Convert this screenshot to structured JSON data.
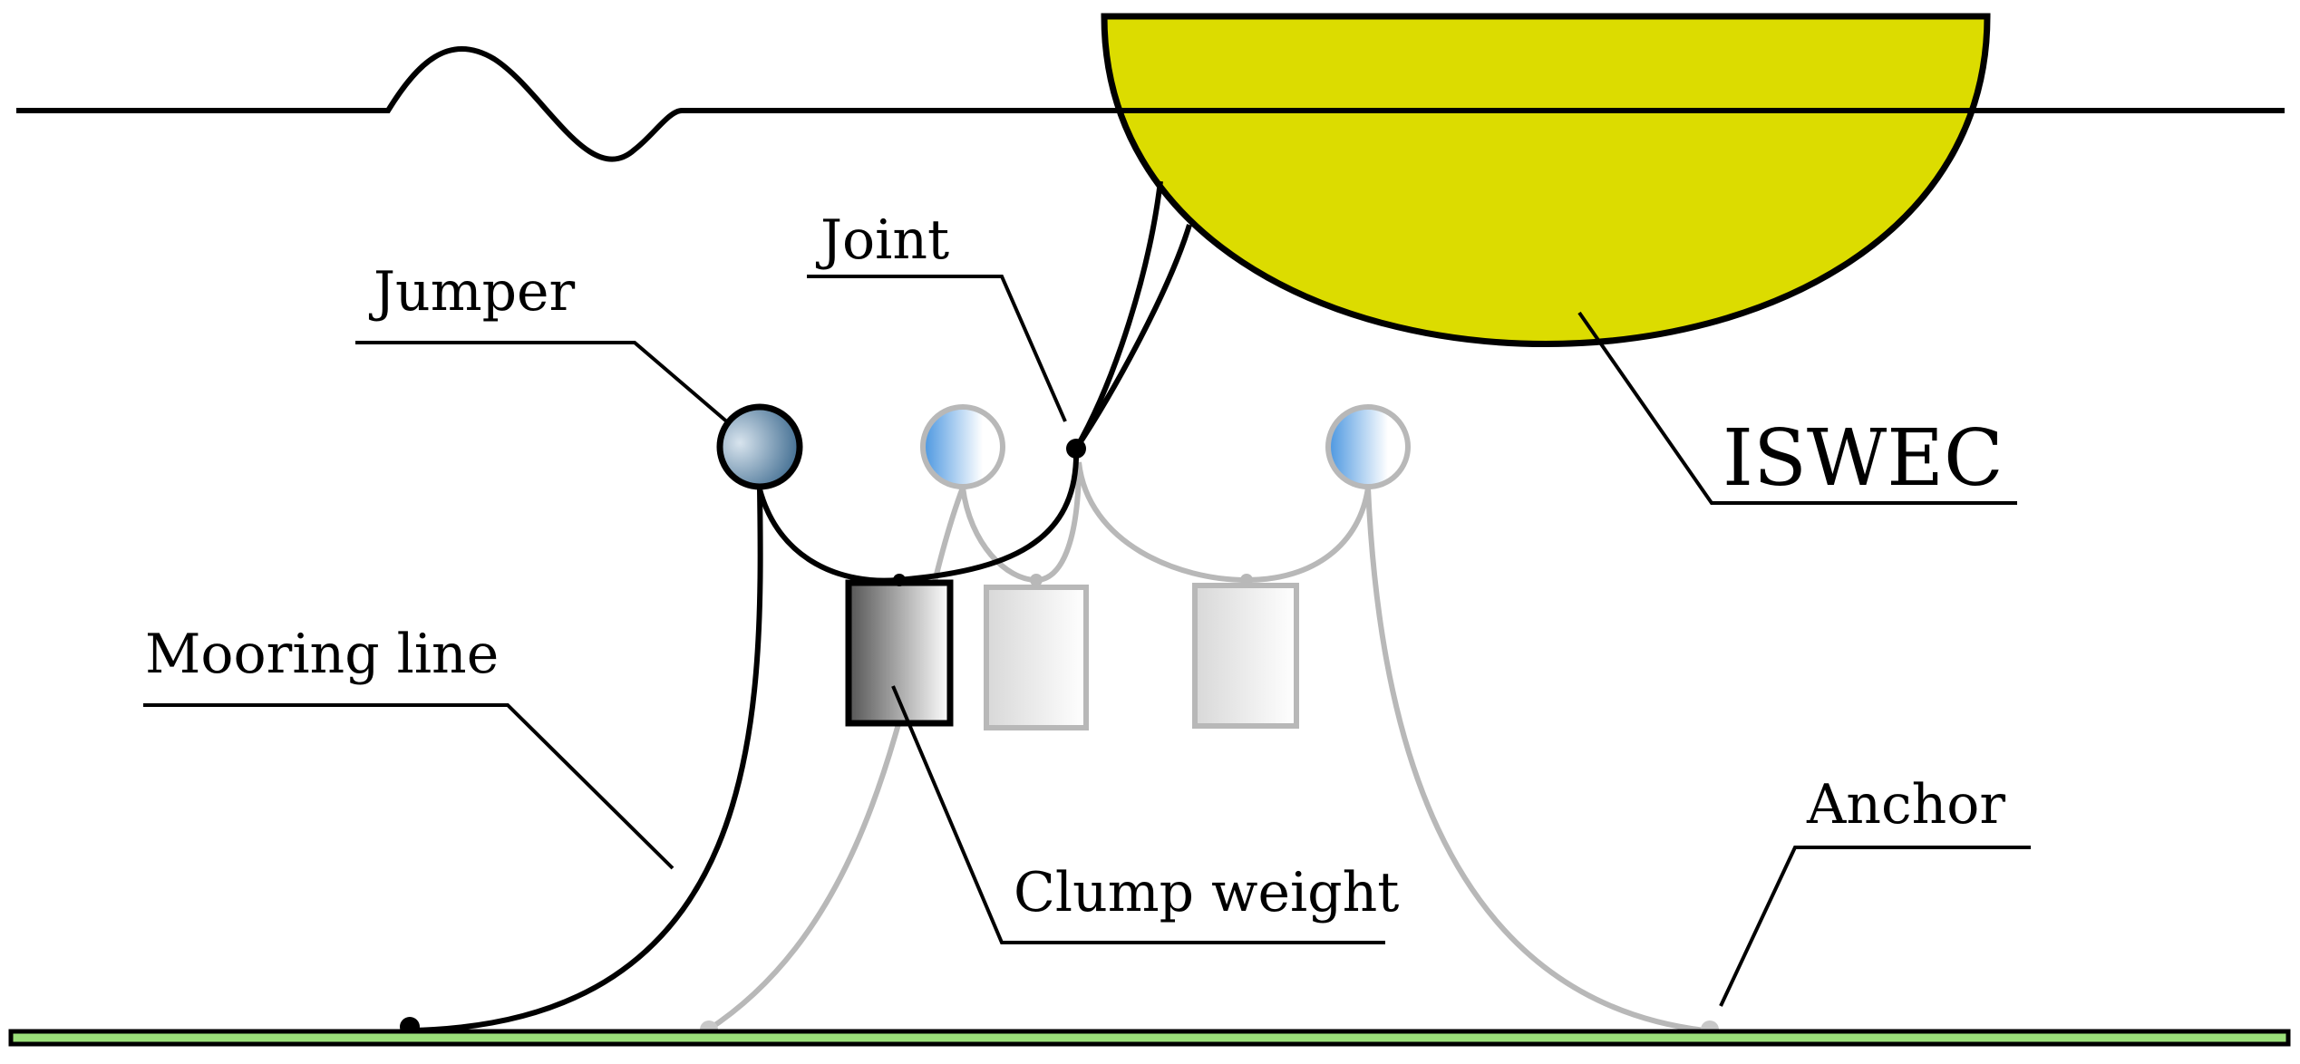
{
  "labels": {
    "joint": "Joint",
    "jumper": "Jumper",
    "iswec": "ISWEC",
    "mooring_line": "Mooring line",
    "clump_weight": "Clump weight",
    "anchor": "Anchor"
  },
  "colors": {
    "hull": "#dcdc00",
    "ink": "#000000",
    "faded": "#b8b8b8",
    "seabed_inner": "#9be07a",
    "jumper_light": "#ffffff",
    "jumper_mid": "#5aa0e0",
    "jumper_dark": "#2a5c88",
    "clump_dark": "#5a5a5a"
  }
}
